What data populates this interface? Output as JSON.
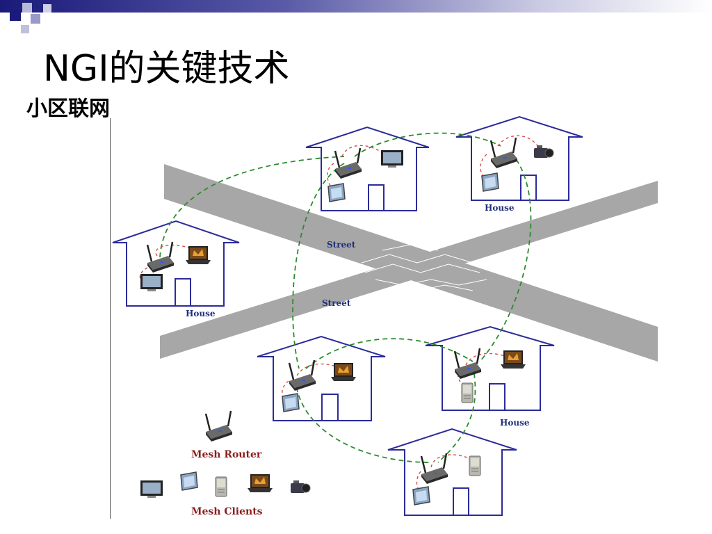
{
  "slide": {
    "title": "NGI的关键技术",
    "subtitle": "小区联网"
  },
  "diagram": {
    "house_label": "House",
    "street_label": "Street",
    "legend_router": "Mesh Router",
    "legend_clients": "Mesh Clients"
  },
  "colors": {
    "house_outline": "#2b2b9a",
    "street": "#a7a7a7",
    "mesh_link": "#2e8b2e",
    "client_link": "#d94a4a",
    "accent_bar": "#1a1a7a"
  }
}
